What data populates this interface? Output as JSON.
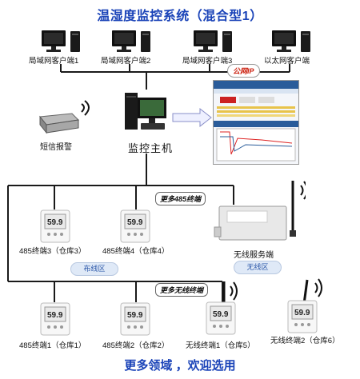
{
  "title": "温湿度监控系统（混合型1）",
  "footer": "更多领域 ，欢迎选用",
  "clients": [
    {
      "label": "局域网客户端1"
    },
    {
      "label": "局域网客户端2"
    },
    {
      "label": "局域网客户端3"
    },
    {
      "label": "以太网客户端"
    }
  ],
  "public_ip": "公网IP",
  "sms_label": "短信报警",
  "host_label": "监控主机",
  "bubble_485": "更多485终端",
  "bubble_wireless": "更多无线终端",
  "wireless_server_label": "无线服务端",
  "zones": {
    "wired": "布线区",
    "wireless": "无线区"
  },
  "terminals": {
    "t485_3": "485终端3（仓库3）",
    "t485_4": "485终端4（仓库4）",
    "t485_1": "485终端1（仓库1）",
    "t485_2": "485终端2（仓库2）",
    "tw_1": "无线终端1（仓库5）",
    "tw_2": "无线终端2（仓库6）"
  },
  "sensor_reading": "59.9",
  "colors": {
    "title": "#1a43b8",
    "line": "#1a1a1a",
    "zone_bg": "#dfe9f7",
    "ip_text": "#c21"
  }
}
